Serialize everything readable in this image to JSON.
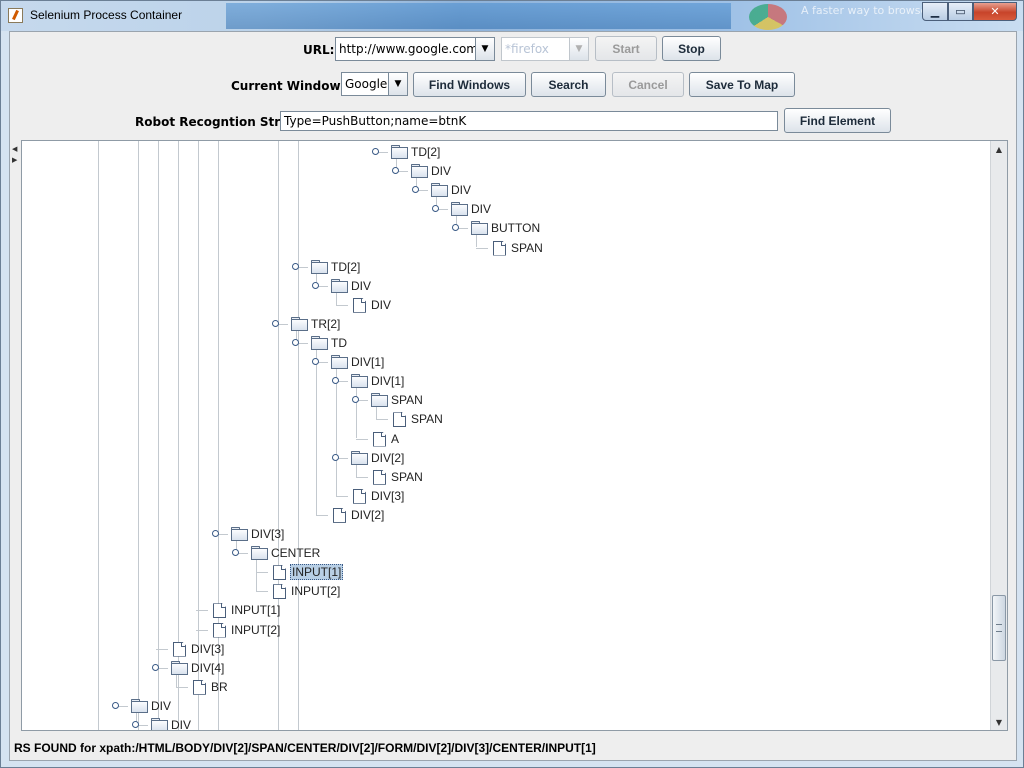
{
  "window": {
    "title": "Selenium Process Container",
    "background_hint": "A faster way to browse"
  },
  "url_row": {
    "label": "URL:",
    "url_value": "http://www.google.com",
    "browser_value": "*firefox",
    "start_label": "Start",
    "stop_label": "Stop"
  },
  "windows_row": {
    "label": "Current Windows:",
    "window_value": "Google",
    "find_windows_label": "Find Windows",
    "search_label": "Search",
    "cancel_label": "Cancel",
    "save_label": "Save To Map"
  },
  "rs_row": {
    "label": "Robot Recogntion String:",
    "value": "Type=PushButton;name=btnK",
    "find_label": "Find Element"
  },
  "tree": {
    "nodes": [
      {
        "label": "TD[2]",
        "type": "folder",
        "depth": 9,
        "row": 0,
        "toggle": true
      },
      {
        "label": "DIV",
        "type": "folder",
        "depth": 10,
        "row": 1,
        "toggle": true
      },
      {
        "label": "DIV",
        "type": "folder",
        "depth": 11,
        "row": 2,
        "toggle": true
      },
      {
        "label": "DIV",
        "type": "folder",
        "depth": 12,
        "row": 3,
        "toggle": true
      },
      {
        "label": "BUTTON",
        "type": "folder",
        "depth": 13,
        "row": 4,
        "toggle": true
      },
      {
        "label": "SPAN",
        "type": "file",
        "depth": 14,
        "row": 5,
        "toggle": false
      },
      {
        "label": "TD[2]",
        "type": "folder",
        "depth": 5,
        "row": 6,
        "toggle": true
      },
      {
        "label": "DIV",
        "type": "folder",
        "depth": 6,
        "row": 7,
        "toggle": true
      },
      {
        "label": "DIV",
        "type": "file",
        "depth": 7,
        "row": 8,
        "toggle": false
      },
      {
        "label": "TR[2]",
        "type": "folder",
        "depth": 4,
        "row": 9,
        "toggle": true
      },
      {
        "label": "TD",
        "type": "folder",
        "depth": 5,
        "row": 10,
        "toggle": true
      },
      {
        "label": "DIV[1]",
        "type": "folder",
        "depth": 6,
        "row": 11,
        "toggle": true
      },
      {
        "label": "DIV[1]",
        "type": "folder",
        "depth": 7,
        "row": 12,
        "toggle": true
      },
      {
        "label": "SPAN",
        "type": "folder",
        "depth": 8,
        "row": 13,
        "toggle": true
      },
      {
        "label": "SPAN",
        "type": "file",
        "depth": 9,
        "row": 14,
        "toggle": false
      },
      {
        "label": "A",
        "type": "file",
        "depth": 8,
        "row": 15,
        "toggle": false
      },
      {
        "label": "DIV[2]",
        "type": "folder",
        "depth": 7,
        "row": 16,
        "toggle": true
      },
      {
        "label": "SPAN",
        "type": "file",
        "depth": 8,
        "row": 17,
        "toggle": false
      },
      {
        "label": "DIV[3]",
        "type": "file",
        "depth": 7,
        "row": 18,
        "toggle": false
      },
      {
        "label": "DIV[2]",
        "type": "file",
        "depth": 6,
        "row": 19,
        "toggle": false
      },
      {
        "label": "DIV[3]",
        "type": "folder",
        "depth": 1,
        "row": 20,
        "toggle": true
      },
      {
        "label": "CENTER",
        "type": "folder",
        "depth": 2,
        "row": 21,
        "toggle": true
      },
      {
        "label": "INPUT[1]",
        "type": "file",
        "depth": 3,
        "row": 22,
        "toggle": false,
        "selected": true
      },
      {
        "label": "INPUT[2]",
        "type": "file",
        "depth": 3,
        "row": 23,
        "toggle": false
      },
      {
        "label": "INPUT[1]",
        "type": "file",
        "depth": 0,
        "row": 24,
        "toggle": false
      },
      {
        "label": "INPUT[2]",
        "type": "file",
        "depth": 0,
        "row": 25,
        "toggle": false
      },
      {
        "label": "DIV[3]",
        "type": "file",
        "depth": -2,
        "row": 26,
        "toggle": false
      },
      {
        "label": "DIV[4]",
        "type": "folder",
        "depth": -2,
        "row": 27,
        "toggle": true
      },
      {
        "label": "BR",
        "type": "file",
        "depth": -1,
        "row": 28,
        "toggle": false
      },
      {
        "label": "DIV",
        "type": "folder",
        "depth": -4,
        "row": 29,
        "toggle": true
      },
      {
        "label": "DIV",
        "type": "folder",
        "depth": -3,
        "row": 30,
        "toggle": true
      }
    ]
  },
  "status": {
    "text": "RS FOUND for xpath:/HTML/BODY/DIV[2]/SPAN/CENTER/DIV[2]/FORM/DIV[2]/DIV[3]/CENTER/INPUT[1]"
  },
  "colors": {
    "selection": "#b8cfe5",
    "tree_line": "#c3c9cf",
    "panel": "#eeeeee"
  }
}
